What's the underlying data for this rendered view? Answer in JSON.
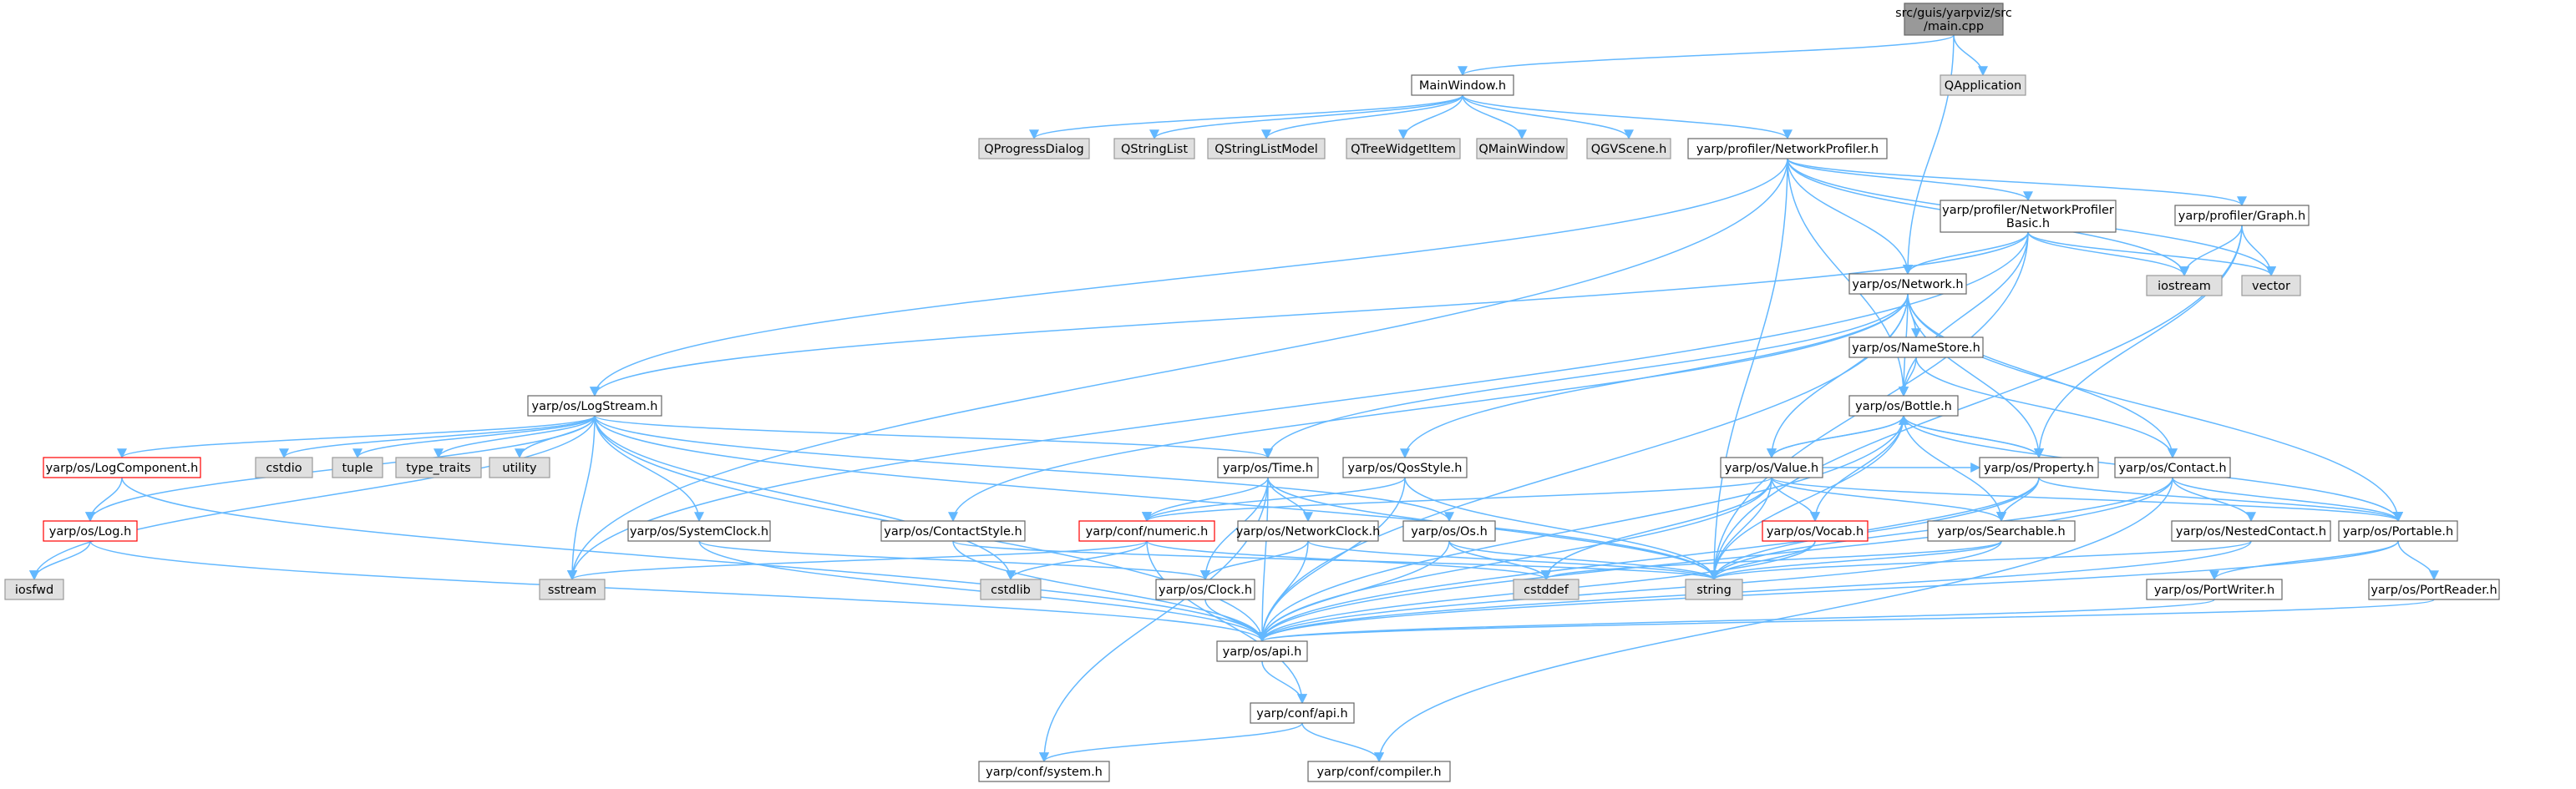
{
  "colors": {
    "edge": "#63b8ff",
    "node_fill": "#ffffff",
    "node_stroke": "#666666",
    "external_fill": "#e0e0e0",
    "external_stroke": "#999999",
    "root_fill": "#999999",
    "root_stroke": "#666666",
    "red_stroke": "#ff0000"
  },
  "nodes": {
    "main": {
      "lines": [
        "src/guis/yarpviz/src",
        "/main.cpp"
      ],
      "kind": "root"
    },
    "qapplication": {
      "lines": [
        "QApplication"
      ],
      "kind": "external"
    },
    "mainwindow": {
      "lines": [
        "MainWindow.h"
      ],
      "kind": "normal"
    },
    "qprogressdialog": {
      "lines": [
        "QProgressDialog"
      ],
      "kind": "external"
    },
    "qstringlist": {
      "lines": [
        "QStringList"
      ],
      "kind": "external"
    },
    "qstringlistmodel": {
      "lines": [
        "QStringListModel"
      ],
      "kind": "external"
    },
    "qtreewidgetitem": {
      "lines": [
        "QTreeWidgetItem"
      ],
      "kind": "external"
    },
    "qmainwindow": {
      "lines": [
        "QMainWindow"
      ],
      "kind": "external"
    },
    "qgvscene": {
      "lines": [
        "QGVScene.h"
      ],
      "kind": "external"
    },
    "networkprofiler": {
      "lines": [
        "yarp/profiler/NetworkProfiler.h"
      ],
      "kind": "normal"
    },
    "networkprofilerbasic": {
      "lines": [
        "yarp/profiler/NetworkProfiler",
        "Basic.h"
      ],
      "kind": "normal"
    },
    "graph": {
      "lines": [
        "yarp/profiler/Graph.h"
      ],
      "kind": "normal"
    },
    "iostream": {
      "lines": [
        "iostream"
      ],
      "kind": "external"
    },
    "vector": {
      "lines": [
        "vector"
      ],
      "kind": "external"
    },
    "network": {
      "lines": [
        "yarp/os/Network.h"
      ],
      "kind": "normal"
    },
    "namestore": {
      "lines": [
        "yarp/os/NameStore.h"
      ],
      "kind": "normal"
    },
    "bottle": {
      "lines": [
        "yarp/os/Bottle.h"
      ],
      "kind": "normal"
    },
    "logstream": {
      "lines": [
        "yarp/os/LogStream.h"
      ],
      "kind": "normal"
    },
    "logcomponent": {
      "lines": [
        "yarp/os/LogComponent.h"
      ],
      "kind": "red"
    },
    "log": {
      "lines": [
        "yarp/os/Log.h"
      ],
      "kind": "red"
    },
    "iosfwd": {
      "lines": [
        "iosfwd"
      ],
      "kind": "external"
    },
    "cstdio": {
      "lines": [
        "cstdio"
      ],
      "kind": "external"
    },
    "tuple": {
      "lines": [
        "tuple"
      ],
      "kind": "external"
    },
    "type_traits": {
      "lines": [
        "type_traits"
      ],
      "kind": "external"
    },
    "utility": {
      "lines": [
        "utility"
      ],
      "kind": "external"
    },
    "time": {
      "lines": [
        "yarp/os/Time.h"
      ],
      "kind": "normal"
    },
    "qosstyle": {
      "lines": [
        "yarp/os/QosStyle.h"
      ],
      "kind": "normal"
    },
    "value": {
      "lines": [
        "yarp/os/Value.h"
      ],
      "kind": "normal"
    },
    "property": {
      "lines": [
        "yarp/os/Property.h"
      ],
      "kind": "normal"
    },
    "contact": {
      "lines": [
        "yarp/os/Contact.h"
      ],
      "kind": "normal"
    },
    "systemclock": {
      "lines": [
        "yarp/os/SystemClock.h"
      ],
      "kind": "normal"
    },
    "contactstyle": {
      "lines": [
        "yarp/os/ContactStyle.h"
      ],
      "kind": "normal"
    },
    "numeric": {
      "lines": [
        "yarp/conf/numeric.h"
      ],
      "kind": "red"
    },
    "networkclock": {
      "lines": [
        "yarp/os/NetworkClock.h"
      ],
      "kind": "normal"
    },
    "os": {
      "lines": [
        "yarp/os/Os.h"
      ],
      "kind": "normal"
    },
    "vocab": {
      "lines": [
        "yarp/os/Vocab.h"
      ],
      "kind": "red"
    },
    "searchable": {
      "lines": [
        "yarp/os/Searchable.h"
      ],
      "kind": "normal"
    },
    "nestedcontact": {
      "lines": [
        "yarp/os/NestedContact.h"
      ],
      "kind": "normal"
    },
    "portable": {
      "lines": [
        "yarp/os/Portable.h"
      ],
      "kind": "normal"
    },
    "sstream": {
      "lines": [
        "sstream"
      ],
      "kind": "external"
    },
    "cstdlib": {
      "lines": [
        "cstdlib"
      ],
      "kind": "external"
    },
    "clock": {
      "lines": [
        "yarp/os/Clock.h"
      ],
      "kind": "normal"
    },
    "cstddef": {
      "lines": [
        "cstddef"
      ],
      "kind": "external"
    },
    "string": {
      "lines": [
        "string"
      ],
      "kind": "external"
    },
    "portwriter": {
      "lines": [
        "yarp/os/PortWriter.h"
      ],
      "kind": "normal"
    },
    "portreader": {
      "lines": [
        "yarp/os/PortReader.h"
      ],
      "kind": "normal"
    },
    "api_os": {
      "lines": [
        "yarp/os/api.h"
      ],
      "kind": "normal"
    },
    "api_conf": {
      "lines": [
        "yarp/conf/api.h"
      ],
      "kind": "normal"
    },
    "system": {
      "lines": [
        "yarp/conf/system.h"
      ],
      "kind": "normal"
    },
    "compiler": {
      "lines": [
        "yarp/conf/compiler.h"
      ],
      "kind": "normal"
    }
  },
  "edges": [
    [
      "main",
      "mainwindow"
    ],
    [
      "main",
      "qapplication"
    ],
    [
      "main",
      "network"
    ],
    [
      "mainwindow",
      "qprogressdialog"
    ],
    [
      "mainwindow",
      "qstringlist"
    ],
    [
      "mainwindow",
      "qstringlistmodel"
    ],
    [
      "mainwindow",
      "qtreewidgetitem"
    ],
    [
      "mainwindow",
      "qmainwindow"
    ],
    [
      "mainwindow",
      "qgvscene"
    ],
    [
      "mainwindow",
      "networkprofiler"
    ],
    [
      "networkprofiler",
      "networkprofilerbasic"
    ],
    [
      "networkprofiler",
      "graph"
    ],
    [
      "networkprofiler",
      "iostream"
    ],
    [
      "networkprofiler",
      "vector"
    ],
    [
      "networkprofiler",
      "network"
    ],
    [
      "networkprofiler",
      "bottle"
    ],
    [
      "networkprofiler",
      "logstream"
    ],
    [
      "networkprofiler",
      "sstream"
    ],
    [
      "networkprofiler",
      "string"
    ],
    [
      "networkprofilerbasic",
      "iostream"
    ],
    [
      "networkprofilerbasic",
      "vector"
    ],
    [
      "networkprofilerbasic",
      "network"
    ],
    [
      "networkprofilerbasic",
      "bottle"
    ],
    [
      "networkprofilerbasic",
      "logstream"
    ],
    [
      "networkprofilerbasic",
      "sstream"
    ],
    [
      "networkprofilerbasic",
      "string"
    ],
    [
      "graph",
      "iostream"
    ],
    [
      "graph",
      "vector"
    ],
    [
      "graph",
      "property"
    ],
    [
      "graph",
      "string"
    ],
    [
      "network",
      "namestore"
    ],
    [
      "network",
      "bottle"
    ],
    [
      "network",
      "contact"
    ],
    [
      "network",
      "property"
    ],
    [
      "network",
      "value"
    ],
    [
      "network",
      "portable"
    ],
    [
      "network",
      "time"
    ],
    [
      "network",
      "qosstyle"
    ],
    [
      "network",
      "contactstyle"
    ],
    [
      "network",
      "api_os"
    ],
    [
      "namestore",
      "bottle"
    ],
    [
      "namestore",
      "contact"
    ],
    [
      "bottle",
      "value"
    ],
    [
      "bottle",
      "property"
    ],
    [
      "bottle",
      "searchable"
    ],
    [
      "bottle",
      "portable"
    ],
    [
      "bottle",
      "vocab"
    ],
    [
      "bottle",
      "string"
    ],
    [
      "bottle",
      "api_os"
    ],
    [
      "value",
      "bottle"
    ],
    [
      "value",
      "property"
    ],
    [
      "value",
      "searchable"
    ],
    [
      "value",
      "portable"
    ],
    [
      "value",
      "vocab"
    ],
    [
      "value",
      "numeric"
    ],
    [
      "value",
      "cstddef"
    ],
    [
      "value",
      "string"
    ],
    [
      "value",
      "api_os"
    ],
    [
      "property",
      "bottle"
    ],
    [
      "property",
      "searchable"
    ],
    [
      "property",
      "portable"
    ],
    [
      "property",
      "string"
    ],
    [
      "property",
      "api_os"
    ],
    [
      "contact",
      "nestedcontact"
    ],
    [
      "contact",
      "portable"
    ],
    [
      "contact",
      "string"
    ],
    [
      "contact",
      "api_os"
    ],
    [
      "contact",
      "compiler"
    ],
    [
      "logstream",
      "logcomponent"
    ],
    [
      "logstream",
      "log"
    ],
    [
      "logstream",
      "iosfwd"
    ],
    [
      "logstream",
      "cstdio"
    ],
    [
      "logstream",
      "tuple"
    ],
    [
      "logstream",
      "type_traits"
    ],
    [
      "logstream",
      "utility"
    ],
    [
      "logstream",
      "time"
    ],
    [
      "logstream",
      "systemclock"
    ],
    [
      "logstream",
      "os"
    ],
    [
      "logstream",
      "sstream"
    ],
    [
      "logstream",
      "cstdlib"
    ],
    [
      "logstream",
      "string"
    ],
    [
      "logstream",
      "api_os"
    ],
    [
      "logcomponent",
      "log"
    ],
    [
      "logcomponent",
      "api_os"
    ],
    [
      "log",
      "iosfwd"
    ],
    [
      "log",
      "api_os"
    ],
    [
      "time",
      "numeric"
    ],
    [
      "time",
      "networkclock"
    ],
    [
      "time",
      "clock"
    ],
    [
      "time",
      "api_os"
    ],
    [
      "time",
      "string"
    ],
    [
      "time",
      "system"
    ],
    [
      "qosstyle",
      "numeric"
    ],
    [
      "qosstyle",
      "string"
    ],
    [
      "qosstyle",
      "api_os"
    ],
    [
      "systemclock",
      "clock"
    ],
    [
      "systemclock",
      "api_os"
    ],
    [
      "contactstyle",
      "api_os"
    ],
    [
      "contactstyle",
      "string"
    ],
    [
      "numeric",
      "cstdlib"
    ],
    [
      "numeric",
      "sstream"
    ],
    [
      "numeric",
      "cstddef"
    ],
    [
      "numeric",
      "api_conf"
    ],
    [
      "networkclock",
      "clock"
    ],
    [
      "networkclock",
      "string"
    ],
    [
      "networkclock",
      "api_os"
    ],
    [
      "os",
      "cstddef"
    ],
    [
      "os",
      "string"
    ],
    [
      "os",
      "api_os"
    ],
    [
      "vocab",
      "string"
    ],
    [
      "vocab",
      "api_os"
    ],
    [
      "searchable",
      "string"
    ],
    [
      "searchable",
      "api_os"
    ],
    [
      "searchable",
      "cstddef"
    ],
    [
      "nestedcontact",
      "string"
    ],
    [
      "nestedcontact",
      "api_os"
    ],
    [
      "portable",
      "portwriter"
    ],
    [
      "portable",
      "portreader"
    ],
    [
      "portable",
      "api_os"
    ],
    [
      "portwriter",
      "api_os"
    ],
    [
      "portreader",
      "api_os"
    ],
    [
      "clock",
      "api_os"
    ],
    [
      "api_os",
      "api_conf"
    ],
    [
      "api_conf",
      "system"
    ],
    [
      "api_conf",
      "compiler"
    ]
  ]
}
